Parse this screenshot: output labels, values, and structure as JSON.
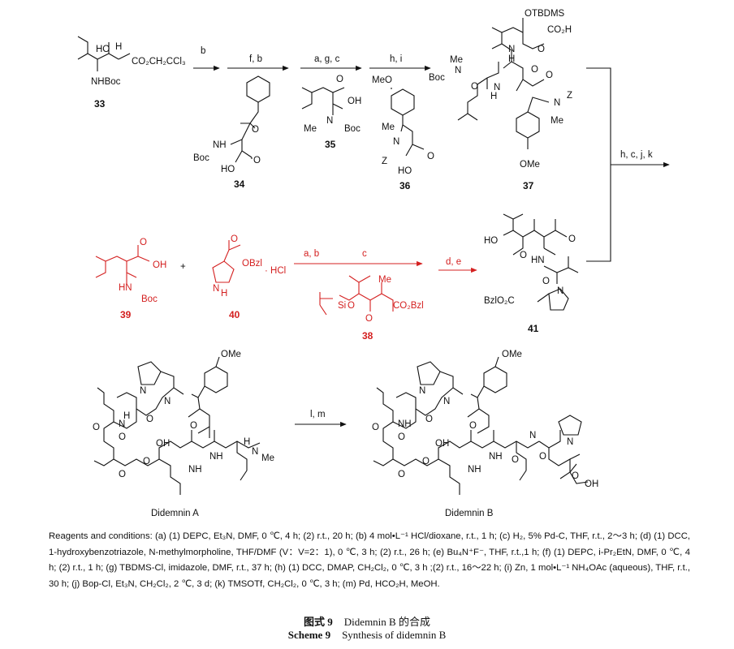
{
  "compounds": {
    "c33": {
      "number": "33",
      "labels": {
        "ho": "HO",
        "h": "H",
        "ester": "CO₂CH₂CCl₃",
        "nhboc": "NHBoc"
      }
    },
    "c34": {
      "number": "34",
      "labels": {
        "nh": "NH",
        "boc": "Boc",
        "ho": "HO",
        "o": "O"
      }
    },
    "c35": {
      "number": "35",
      "labels": {
        "oh": "OH",
        "o": "O",
        "n": "N",
        "me": "Me",
        "boc": "Boc"
      }
    },
    "c36": {
      "number": "36",
      "labels": {
        "meo": "MeO",
        "me": "Me",
        "n": "N",
        "z": "Z",
        "ho": "HO",
        "o": "O"
      }
    },
    "c37": {
      "number": "37",
      "labels": {
        "otbdms": "OTBDMS",
        "co2h": "CO₂H",
        "boc": "Boc",
        "me": "Me",
        "n": "N",
        "nh": "N",
        "h": "H",
        "z": "Z",
        "ome": "OMe",
        "o": "O"
      }
    },
    "c39": {
      "number": "39",
      "labels": {
        "oh": "OH",
        "hn": "HN",
        "boc": "Boc",
        "o": "O"
      }
    },
    "c40": {
      "number": "40",
      "labels": {
        "obzl": "OBzl",
        "hcl": "· HCl",
        "nh": "N",
        "h": "H",
        "o": "O"
      }
    },
    "c38": {
      "number": "38",
      "labels": {
        "si": "Si",
        "o": "O",
        "me": "Me",
        "ester": "CO₂Bzl"
      }
    },
    "c41": {
      "number": "41",
      "labels": {
        "ho": "HO",
        "o": "O",
        "hn": "HN",
        "n": "N",
        "ester": "BzlO₂C"
      }
    },
    "didemninA": {
      "name": "Didemnin A",
      "labels": {
        "ome": "OMe",
        "n": "N",
        "h": "H",
        "me": "Me",
        "o": "O",
        "oh": "OH",
        "nh": "NH",
        "hn": "N"
      }
    },
    "didemninB": {
      "name": "Didemnin B",
      "labels": {
        "ome": "OMe",
        "n": "N",
        "h": "H",
        "o": "O",
        "oh": "OH",
        "nh": "NH"
      }
    }
  },
  "arrows": {
    "a1": "b",
    "a2": "f, b",
    "a3": "a, g, c",
    "a4": "h, i",
    "a5": "h, c, j, k",
    "a6_top": "a, b",
    "a6_bottom": "c",
    "a7": "d, e",
    "a8": "l, m"
  },
  "plus_sign": "+",
  "conditions_text": "Reagents and conditions: (a) (1) DEPC, Et₃N, DMF, 0 ℃, 4 h; (2) r.t., 20 h; (b) 4 mol•L⁻¹ HCl/dioxane, r.t., 1 h; (c) H₂, 5% Pd-C, THF, r.t., 2～3 h; (d) (1) DCC, 1-hydroxybenzotriazole, N-methylmorpholine, THF/DMF (V：V=2：1), 0 ℃, 3 h; (2) r.t., 26 h; (e) Bu₄N⁺F⁻, THF, r.t.,1 h; (f) (1) DEPC, i-Pr₂EtN, DMF, 0 ℃, 4 h; (2) r.t., 1 h; (g) TBDMS-Cl, imidazole, DMF, r.t., 37 h; (h) (1) DCC, DMAP, CH₂Cl₂, 0 ℃, 3 h ;(2) r.t., 16～22 h; (i) Zn, 1 mol•L⁻¹ NH₄OAc (aqueous), THF, r.t., 30 h; (j) Bop-Cl, Et₃N, CH₂Cl₂, 2 ℃, 3 d; (k) TMSOTf, CH₂Cl₂, 0 ℃, 3 h; (m) Pd, HCO₂H, MeOH.",
  "caption_cn": {
    "label": "图式 9",
    "text": "Didemnin B 的合成"
  },
  "caption_en": {
    "label": "Scheme 9",
    "text": "Synthesis of didemnin B"
  },
  "colors": {
    "highlight": "#d42020",
    "ink": "#111111"
  }
}
